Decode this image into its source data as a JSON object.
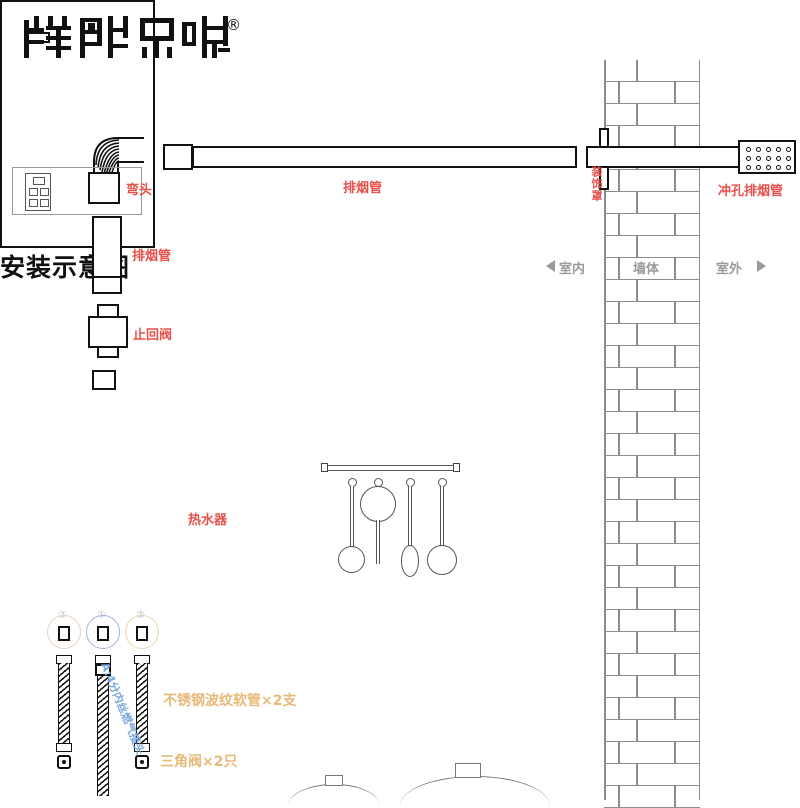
{
  "brand": {
    "logo_text": "祥韩乐诚",
    "registered_mark": "®"
  },
  "title": "安装示意图",
  "labels": {
    "elbow": "弯头",
    "flue_pipe_vertical": "排烟管",
    "flue_pipe_horizontal": "排烟管",
    "check_valve": "止回阀",
    "water_heater": "热水器",
    "decorative_cover": "装饰罩",
    "perforated_flue_pipe": "冲孔排烟管",
    "indoor": "室内",
    "wall_body": "墙体",
    "outdoor": "室外",
    "gas_connector": "A:4分内丝燃气接头",
    "corrugated_hose": "不锈钢波纹软管×2支",
    "angle_valve": "三角阀×2只"
  },
  "ports": {
    "left": "②",
    "center": "①",
    "right": "②"
  },
  "colors": {
    "label_red": "#e8504a",
    "label_gray": "#9a9a9a",
    "label_blue": "#7aa8dd",
    "label_tan": "#e8b878",
    "line_black": "#111111",
    "wall_line": "#8b8b8b",
    "background": "#ffffff"
  }
}
